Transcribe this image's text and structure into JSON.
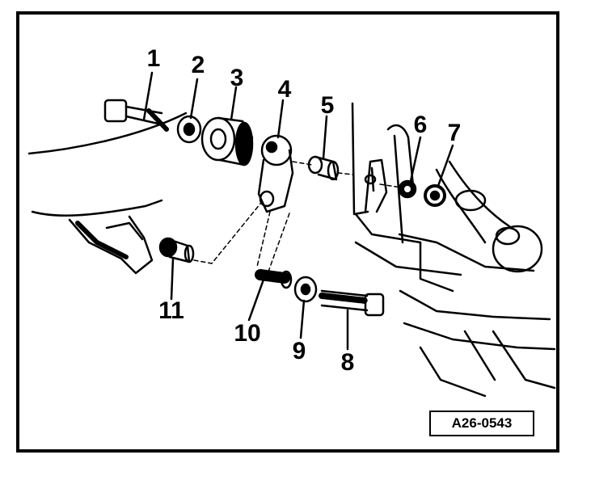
{
  "figure": {
    "reference_code": "A26-0543",
    "callouts": [
      {
        "id": "callout-1",
        "label": "1"
      },
      {
        "id": "callout-2",
        "label": "2"
      },
      {
        "id": "callout-3",
        "label": "3"
      },
      {
        "id": "callout-4",
        "label": "4"
      },
      {
        "id": "callout-5",
        "label": "5"
      },
      {
        "id": "callout-6",
        "label": "6"
      },
      {
        "id": "callout-7",
        "label": "7"
      },
      {
        "id": "callout-8",
        "label": "8"
      },
      {
        "id": "callout-9",
        "label": "9"
      },
      {
        "id": "callout-10",
        "label": "10"
      },
      {
        "id": "callout-11",
        "label": "11"
      }
    ]
  }
}
